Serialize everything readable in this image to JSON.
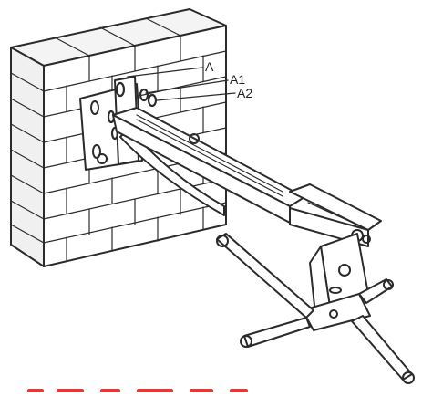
{
  "callouts": {
    "a": "A",
    "a1": "A1",
    "a2": "A2"
  },
  "colors": {
    "line": "#2b2b2b",
    "wall_fill": "#ffffff",
    "red_mark": "#e03a3a"
  }
}
